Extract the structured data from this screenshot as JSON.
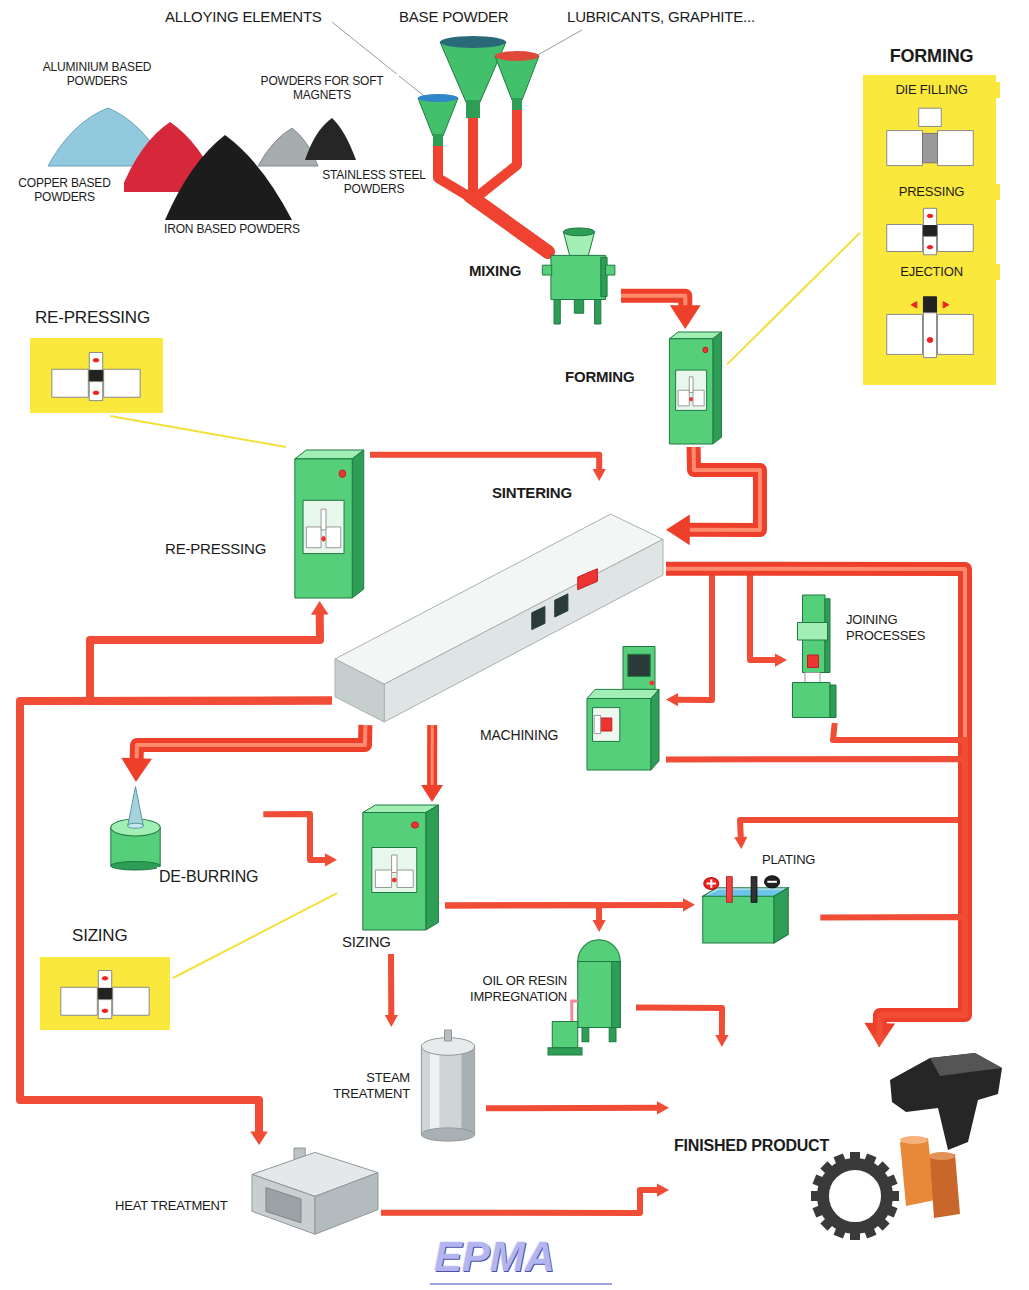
{
  "diagram": {
    "nodes": [
      {
        "text": [
          "MIXING"
        ]
      },
      {
        "text": [
          "FORMING",
          "DIE FILLING",
          "PRESSING",
          "EJECTION"
        ]
      },
      {
        "text": [
          "FORMING"
        ]
      },
      {
        "text": [
          "RE-PRESSING"
        ]
      },
      {
        "text": [
          "SINTERING"
        ]
      },
      {
        "text": [
          "RE-PRESSING"
        ]
      },
      {
        "text": [
          "JOINING PROCESSES"
        ]
      },
      {
        "text": [
          "MACHINING"
        ]
      },
      {
        "text": [
          "DE-BURRING"
        ]
      },
      {
        "text": [
          "SIZING"
        ]
      },
      {
        "text": [
          "SIZING"
        ]
      },
      {
        "text": [
          "PLATING"
        ]
      },
      {
        "text": [
          "OIL OR RESIN IMPREGNATION"
        ]
      },
      {
        "text": [
          "STEAM TREATMENT"
        ]
      },
      {
        "text": [
          "HEAT TREATMENT"
        ]
      },
      {
        "text": [
          "FINISHED PRODUCT"
        ]
      }
    ],
    "edges": [
      {
        "from": 0,
        "to": 2,
        "arrow": "to"
      },
      {
        "from": 1,
        "to": 2,
        "arrow": "none"
      },
      {
        "from": 2,
        "to": 4,
        "arrow": "to"
      },
      {
        "from": 4,
        "to": 5,
        "arrow": "to"
      },
      {
        "from": 5,
        "to": 4,
        "arrow": "to"
      },
      {
        "from": 3,
        "to": 5,
        "arrow": "none"
      },
      {
        "from": 4,
        "to": 8,
        "arrow": "to"
      },
      {
        "from": 8,
        "to": 10,
        "arrow": "to"
      },
      {
        "from": 4,
        "to": 10,
        "arrow": "to"
      },
      {
        "from": 9,
        "to": 10,
        "arrow": "none"
      },
      {
        "from": 4,
        "to": 7,
        "arrow": "to"
      },
      {
        "from": 4,
        "to": 6,
        "arrow": "to"
      },
      {
        "from": 4,
        "to": 11,
        "arrow": "to"
      },
      {
        "from": 10,
        "to": 12,
        "arrow": "to"
      },
      {
        "from": 10,
        "to": 13,
        "arrow": "to"
      },
      {
        "from": 4,
        "to": 14,
        "arrow": "to"
      },
      {
        "from": 4,
        "to": 15,
        "arrow": "to"
      },
      {
        "from": 7,
        "to": 15,
        "arrow": "to"
      },
      {
        "from": 6,
        "to": 15,
        "arrow": "to"
      },
      {
        "from": 11,
        "to": 15,
        "arrow": "to"
      },
      {
        "from": 12,
        "to": 15,
        "arrow": "to"
      },
      {
        "from": 13,
        "to": 15,
        "arrow": "to"
      },
      {
        "from": 14,
        "to": 15,
        "arrow": "to"
      },
      {
        "from": 10,
        "to": 11,
        "arrow": "to"
      }
    ],
    "labels": [
      "ALLOYING ELEMENTS",
      "BASE POWDER",
      "LUBRICANTS, GRAPHITE...",
      "ALUMINIUM BASED POWDERS",
      "POWDERS FOR SOFT MAGNETS",
      "COPPER BASED POWDERS",
      "STAINLESS STEEL POWDERS",
      "IRON BASED POWDERS",
      "EPMA"
    ]
  }
}
